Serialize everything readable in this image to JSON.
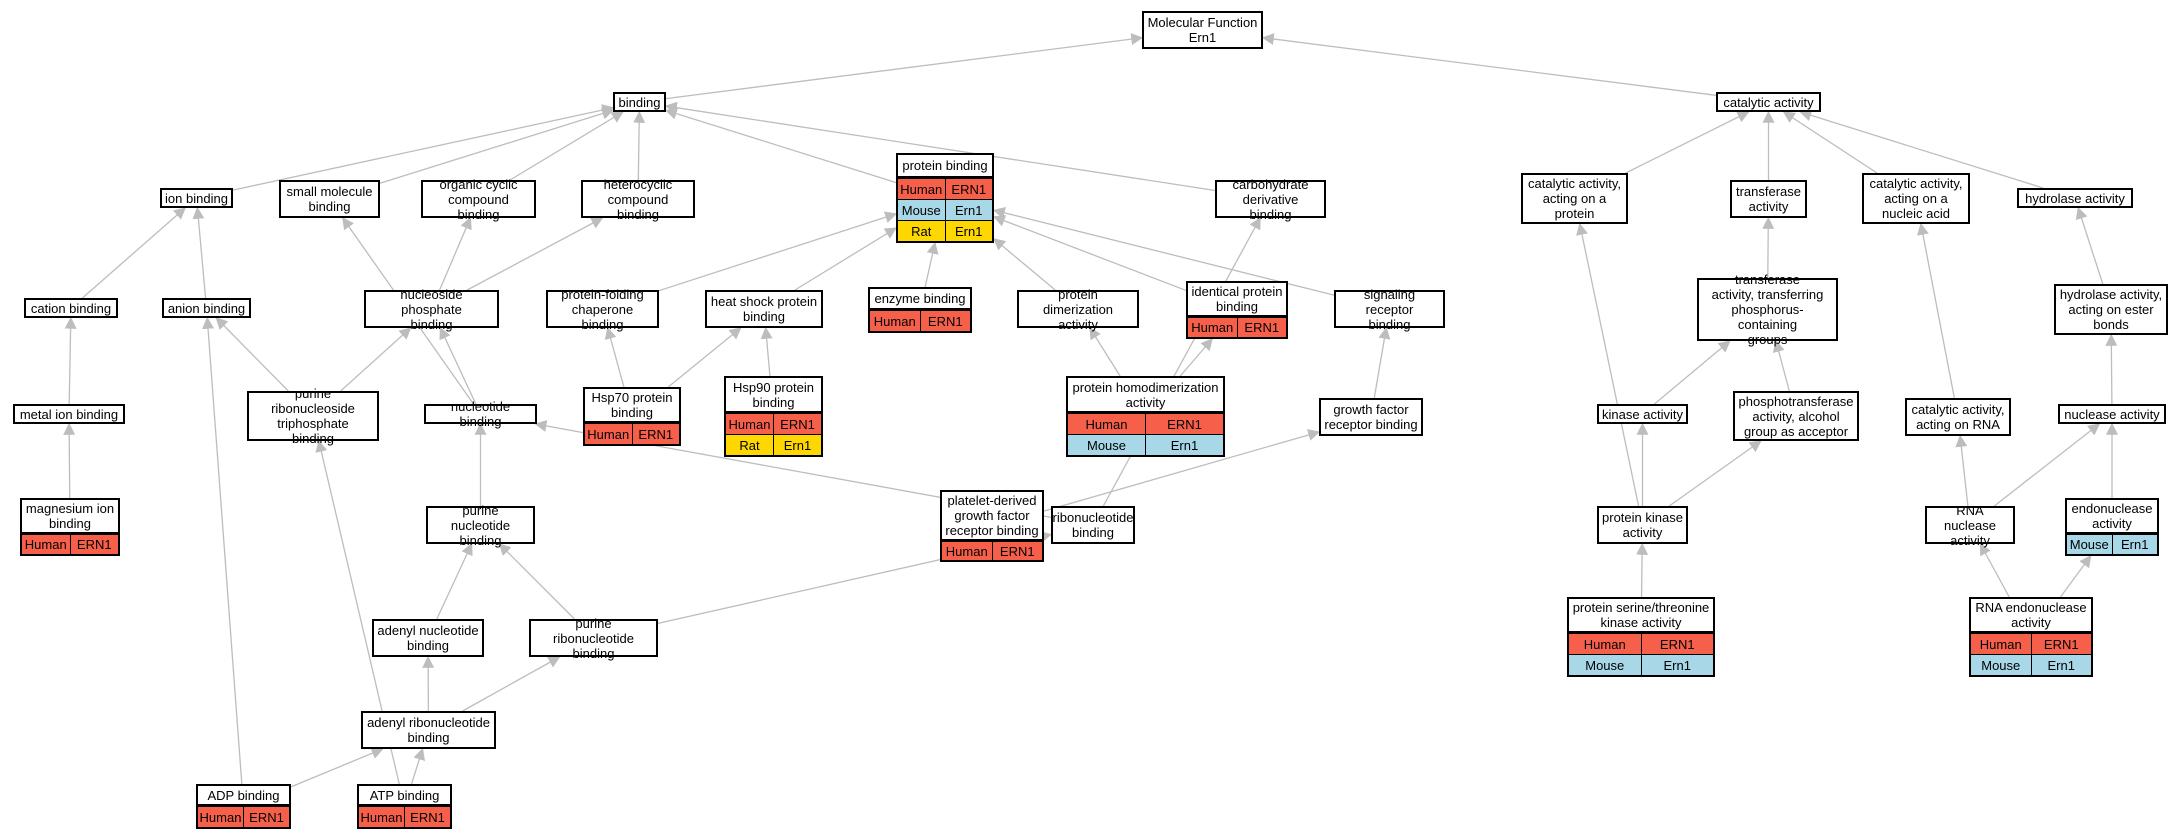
{
  "colors": {
    "human": "#f6604b",
    "mouse": "#a8d8e7",
    "rat": "#ffd700",
    "edge": "#bdbdbd",
    "border": "#000000"
  },
  "nodes": {
    "mf": "Molecular Function\nErn1",
    "binding": "binding",
    "catalytic": "catalytic activity",
    "ion_binding": "ion binding",
    "small_molecule": "small molecule\nbinding",
    "organic_cyclic": "organic cyclic\ncompound binding",
    "heterocyclic": "heterocyclic\ncompound binding",
    "carbohydrate": "carbohydrate\nderivative binding",
    "cat_protein": "catalytic activity,\nacting on a\nprotein",
    "transferase": "transferase\nactivity",
    "cat_nucleic": "catalytic activity,\nacting on a\nnucleic acid",
    "hydrolase": "hydrolase activity",
    "cation": "cation binding",
    "anion": "anion binding",
    "nuc_phosphate": "nucleoside phosphate\nbinding",
    "chaperone": "protein-folding\nchaperone binding",
    "heat_shock": "heat shock protein\nbinding",
    "dimerization": "protein dimerization\nactivity",
    "signaling": "signaling receptor\nbinding",
    "transferase_phos": "transferase\nactivity, transferring\nphosphorus-containing\ngroups",
    "hydrolase_ester": "hydrolase activity,\nacting on ester\nbonds",
    "metal_ion": "metal ion binding",
    "purine_ribo_tri": "purine ribonucleoside\ntriphosphate\nbinding",
    "nucleotide": "nucleotide binding",
    "growth_factor": "growth factor\nreceptor binding",
    "kinase": "kinase activity",
    "phosphotransferase": "phosphotransferase\nactivity, alcohol\ngroup as acceptor",
    "cat_rna": "catalytic activity,\nacting on RNA",
    "nuclease": "nuclease activity",
    "purine_nucleotide": "purine nucleotide\nbinding",
    "ribonucleotide": "ribonucleotide\nbinding",
    "protein_kinase": "protein kinase\nactivity",
    "rna_nuclease": "RNA nuclease\nactivity",
    "adenyl_nucleotide": "adenyl nucleotide\nbinding",
    "purine_ribonucleotide": "purine ribonucleotide\nbinding",
    "adenyl_ribonucleotide": "adenyl ribonucleotide\nbinding"
  },
  "gene_nodes": {
    "protein_binding": {
      "title": "protein binding",
      "rows": [
        [
          "Human",
          "ERN1",
          "human"
        ],
        [
          "Mouse",
          "Ern1",
          "mouse"
        ],
        [
          "Rat",
          "Ern1",
          "rat"
        ]
      ]
    },
    "enzyme": {
      "title": "enzyme binding",
      "rows": [
        [
          "Human",
          "ERN1",
          "human"
        ]
      ]
    },
    "identical": {
      "title": "identical protein\nbinding",
      "rows": [
        [
          "Human",
          "ERN1",
          "human"
        ]
      ]
    },
    "hsp70": {
      "title": "Hsp70 protein\nbinding",
      "rows": [
        [
          "Human",
          "ERN1",
          "human"
        ]
      ]
    },
    "hsp90": {
      "title": "Hsp90 protein\nbinding",
      "rows": [
        [
          "Human",
          "ERN1",
          "human"
        ],
        [
          "Rat",
          "Ern1",
          "rat"
        ]
      ]
    },
    "homodimer": {
      "title": "protein homodimerization\nactivity",
      "rows": [
        [
          "Human",
          "ERN1",
          "human"
        ],
        [
          "Mouse",
          "Ern1",
          "mouse"
        ]
      ]
    },
    "magnesium": {
      "title": "magnesium ion\nbinding",
      "rows": [
        [
          "Human",
          "ERN1",
          "human"
        ]
      ]
    },
    "pdgf": {
      "title": "platelet-derived\ngrowth factor\nreceptor binding",
      "rows": [
        [
          "Human",
          "ERN1",
          "human"
        ]
      ]
    },
    "endonuclease": {
      "title": "endonuclease\nactivity",
      "rows": [
        [
          "Mouse",
          "Ern1",
          "mouse"
        ]
      ]
    },
    "ser_thr_kinase": {
      "title": "protein serine/threonine\nkinase activity",
      "rows": [
        [
          "Human",
          "ERN1",
          "human"
        ],
        [
          "Mouse",
          "Ern1",
          "mouse"
        ]
      ]
    },
    "rna_endonuclease": {
      "title": "RNA endonuclease\nactivity",
      "rows": [
        [
          "Human",
          "ERN1",
          "human"
        ],
        [
          "Mouse",
          "Ern1",
          "mouse"
        ]
      ]
    },
    "adp": {
      "title": "ADP binding",
      "rows": [
        [
          "Human",
          "ERN1",
          "human"
        ]
      ]
    },
    "atp": {
      "title": "ATP binding",
      "rows": [
        [
          "Human",
          "ERN1",
          "human"
        ]
      ]
    }
  },
  "edges": [
    [
      "binding",
      "mf"
    ],
    [
      "catalytic",
      "mf"
    ],
    [
      "ion_binding",
      "binding"
    ],
    [
      "small_molecule",
      "binding"
    ],
    [
      "organic_cyclic",
      "binding"
    ],
    [
      "heterocyclic",
      "binding"
    ],
    [
      "protein_binding",
      "binding"
    ],
    [
      "carbohydrate",
      "binding"
    ],
    [
      "cat_protein",
      "catalytic"
    ],
    [
      "transferase",
      "catalytic"
    ],
    [
      "cat_nucleic",
      "catalytic"
    ],
    [
      "hydrolase",
      "catalytic"
    ],
    [
      "cation",
      "ion_binding"
    ],
    [
      "anion",
      "ion_binding"
    ],
    [
      "metal_ion",
      "cation"
    ],
    [
      "magnesium",
      "metal_ion"
    ],
    [
      "purine_ribo_tri",
      "anion"
    ],
    [
      "adp",
      "anion"
    ],
    [
      "nuc_phosphate",
      "organic_cyclic"
    ],
    [
      "nuc_phosphate",
      "heterocyclic"
    ],
    [
      "nucleotide",
      "small_molecule"
    ],
    [
      "nucleotide",
      "nuc_phosphate"
    ],
    [
      "purine_ribo_tri",
      "nuc_phosphate"
    ],
    [
      "chaperone",
      "protein_binding"
    ],
    [
      "heat_shock",
      "protein_binding"
    ],
    [
      "enzyme",
      "protein_binding"
    ],
    [
      "dimerization",
      "protein_binding"
    ],
    [
      "identical",
      "protein_binding"
    ],
    [
      "signaling",
      "protein_binding"
    ],
    [
      "hsp70",
      "chaperone"
    ],
    [
      "hsp70",
      "heat_shock"
    ],
    [
      "hsp90",
      "heat_shock"
    ],
    [
      "homodimer",
      "dimerization"
    ],
    [
      "homodimer",
      "identical"
    ],
    [
      "growth_factor",
      "signaling"
    ],
    [
      "pdgf",
      "growth_factor"
    ],
    [
      "ribonucleotide",
      "carbohydrate"
    ],
    [
      "ribonucleotide",
      "nucleotide"
    ],
    [
      "purine_nucleotide",
      "nucleotide"
    ],
    [
      "adenyl_nucleotide",
      "purine_nucleotide"
    ],
    [
      "purine_ribonucleotide",
      "purine_nucleotide"
    ],
    [
      "purine_ribonucleotide",
      "ribonucleotide"
    ],
    [
      "adenyl_ribonucleotide",
      "adenyl_nucleotide"
    ],
    [
      "adenyl_ribonucleotide",
      "purine_ribonucleotide"
    ],
    [
      "adp",
      "adenyl_ribonucleotide"
    ],
    [
      "atp",
      "adenyl_ribonucleotide"
    ],
    [
      "atp",
      "purine_ribo_tri"
    ],
    [
      "transferase_phos",
      "transferase"
    ],
    [
      "kinase",
      "transferase_phos"
    ],
    [
      "phosphotransferase",
      "transferase_phos"
    ],
    [
      "protein_kinase",
      "cat_protein"
    ],
    [
      "protein_kinase",
      "kinase"
    ],
    [
      "protein_kinase",
      "phosphotransferase"
    ],
    [
      "ser_thr_kinase",
      "protein_kinase"
    ],
    [
      "cat_rna",
      "cat_nucleic"
    ],
    [
      "rna_nuclease",
      "cat_rna"
    ],
    [
      "rna_nuclease",
      "nuclease"
    ],
    [
      "hydrolase_ester",
      "hydrolase"
    ],
    [
      "nuclease",
      "hydrolase_ester"
    ],
    [
      "endonuclease",
      "nuclease"
    ],
    [
      "rna_endonuclease",
      "rna_nuclease"
    ],
    [
      "rna_endonuclease",
      "endonuclease"
    ]
  ]
}
